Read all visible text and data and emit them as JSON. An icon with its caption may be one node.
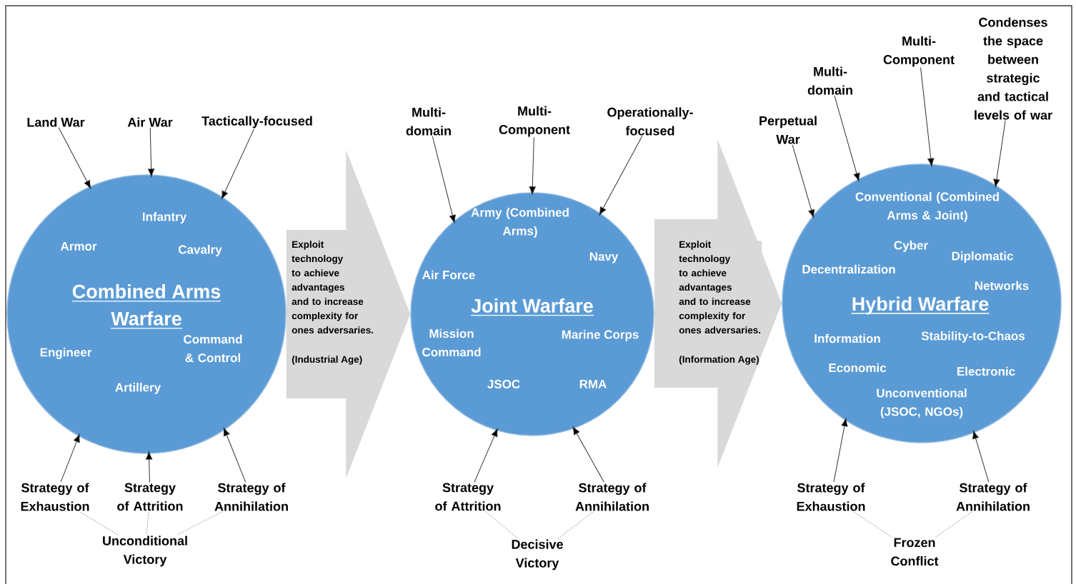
{
  "diagram": {
    "nodes": [
      {
        "text": [
          "Infantry",
          "Armor",
          "Cavalry",
          "Combined Arms Warfare",
          "Engineer",
          "Command & Control",
          "Artillery"
        ]
      },
      {
        "text": [
          "Land War"
        ]
      },
      {
        "text": [
          "Air War"
        ]
      },
      {
        "text": [
          "Tactically-focused"
        ]
      },
      {
        "text": [
          "Strategy of Exhaustion"
        ]
      },
      {
        "text": [
          "Strategy of Attrition"
        ]
      },
      {
        "text": [
          "Strategy of Annihilation"
        ]
      },
      {
        "text": [
          "Unconditional Victory"
        ]
      },
      {
        "text": [
          "Army (Combined Arms)",
          "Navy",
          "Air Force",
          "Joint Warfare",
          "Mission Command",
          "Marine Corps",
          "JSOC",
          "RMA"
        ]
      },
      {
        "text": [
          "Multi-domain"
        ]
      },
      {
        "text": [
          "Multi-Component"
        ]
      },
      {
        "text": [
          "Operationally-focused"
        ]
      },
      {
        "text": [
          "Strategy of Attrition"
        ]
      },
      {
        "text": [
          "Strategy of Annihilation"
        ]
      },
      {
        "text": [
          "Decisive Victory"
        ]
      },
      {
        "text": [
          "Conventional (Combined Arms & Joint)",
          "Cyber",
          "Diplomatic",
          "Decentralization",
          "Networks",
          "Hybrid Warfare",
          "Information",
          "Stability-to-Chaos",
          "Economic",
          "Electronic",
          "Unconventional (JSOC, NGOs)"
        ]
      },
      {
        "text": [
          "Perpetual War"
        ]
      },
      {
        "text": [
          "Multi-domain"
        ]
      },
      {
        "text": [
          "Multi-Component"
        ]
      },
      {
        "text": [
          "Condenses the space between strategic and tactical levels of war"
        ]
      },
      {
        "text": [
          "Strategy of Exhaustion"
        ]
      },
      {
        "text": [
          "Strategy of Annihilation"
        ]
      },
      {
        "text": [
          "Frozen Conflict"
        ]
      }
    ],
    "edges": [
      {
        "from": 1,
        "to": 0,
        "arrow": "to"
      },
      {
        "from": 2,
        "to": 0,
        "arrow": "to"
      },
      {
        "from": 3,
        "to": 0,
        "arrow": "to"
      },
      {
        "from": 4,
        "to": 0,
        "arrow": "to"
      },
      {
        "from": 5,
        "to": 0,
        "arrow": "to"
      },
      {
        "from": 6,
        "to": 0,
        "arrow": "to"
      },
      {
        "from": 4,
        "to": 7,
        "arrow": "none",
        "style": "dashed",
        "color": "#a0a0a0"
      },
      {
        "from": 5,
        "to": 7,
        "arrow": "none",
        "style": "dashed",
        "color": "#a0a0a0"
      },
      {
        "from": 6,
        "to": 7,
        "arrow": "none",
        "style": "dashed",
        "color": "#a0a0a0"
      },
      {
        "from": 9,
        "to": 8,
        "arrow": "to"
      },
      {
        "from": 10,
        "to": 8,
        "arrow": "to"
      },
      {
        "from": 11,
        "to": 8,
        "arrow": "to"
      },
      {
        "from": 12,
        "to": 8,
        "arrow": "to"
      },
      {
        "from": 13,
        "to": 8,
        "arrow": "to"
      },
      {
        "from": 12,
        "to": 14,
        "arrow": "none",
        "style": "dashed",
        "color": "#a0a0a0"
      },
      {
        "from": 13,
        "to": 14,
        "arrow": "none",
        "style": "dashed",
        "color": "#a0a0a0"
      },
      {
        "from": 16,
        "to": 15,
        "arrow": "to"
      },
      {
        "from": 17,
        "to": 15,
        "arrow": "to"
      },
      {
        "from": 18,
        "to": 15,
        "arrow": "to"
      },
      {
        "from": 19,
        "to": 15,
        "arrow": "to"
      },
      {
        "from": 20,
        "to": 15,
        "arrow": "to"
      },
      {
        "from": 21,
        "to": 15,
        "arrow": "to"
      },
      {
        "from": 20,
        "to": 22,
        "arrow": "none",
        "style": "dashed",
        "color": "#a0a0a0"
      },
      {
        "from": 21,
        "to": 22,
        "arrow": "none",
        "style": "dashed",
        "color": "#a0a0a0"
      },
      {
        "from": 0,
        "to": 8,
        "arrow": "to",
        "style": "thick",
        "color": "#d9d9d9",
        "label": "Exploit technology to achieve advantages and to increase complexity for ones adversaries."
      },
      {
        "from": 8,
        "to": 15,
        "arrow": "to",
        "style": "thick",
        "color": "#d9d9d9",
        "label": "Exploit technology to achieve advantages and to increase complexity for ones adversaries."
      }
    ],
    "labels": [
      "(Industrial Age)",
      "(Information Age)"
    ]
  }
}
